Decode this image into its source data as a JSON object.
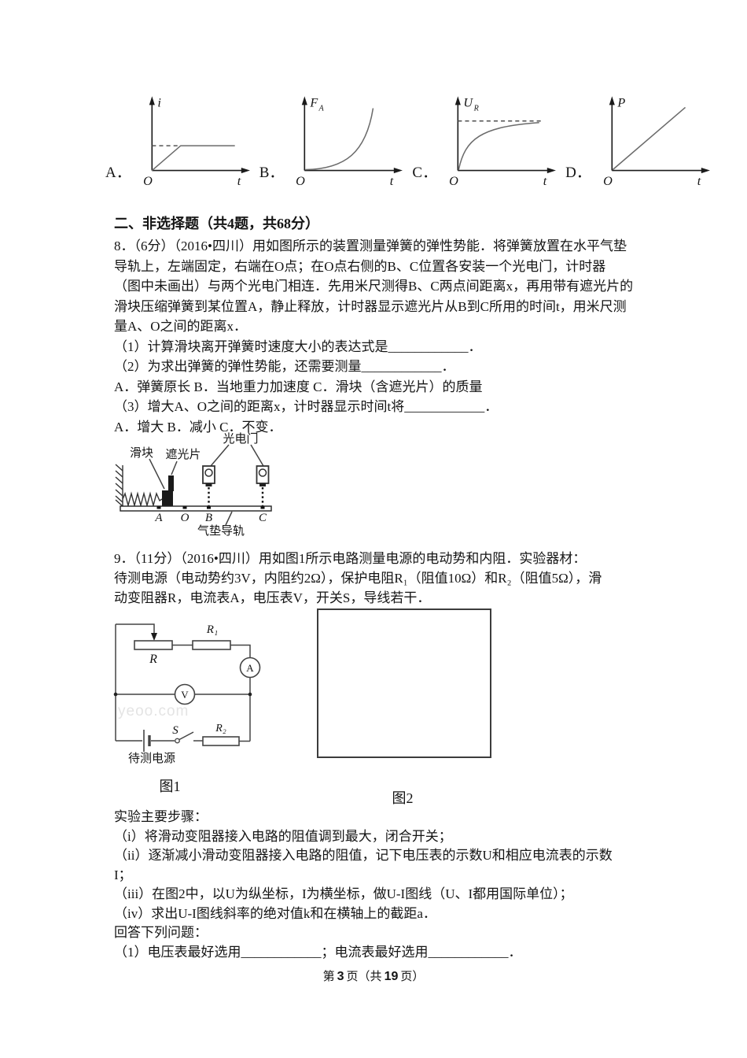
{
  "graphs_row": {
    "items": [
      {
        "option": "A．",
        "y_main": "i",
        "y_sub": "",
        "origin": "O",
        "x_label": "t"
      },
      {
        "option": "B．",
        "y_main": "F",
        "y_sub": "A",
        "origin": "O",
        "x_label": "t"
      },
      {
        "option": "C．",
        "y_main": "U",
        "y_sub": "R",
        "origin": "O",
        "x_label": "t"
      },
      {
        "option": "D．",
        "y_main": "P",
        "y_sub": "",
        "origin": "O",
        "x_label": "t"
      }
    ]
  },
  "section_header": "二、非选择题（共4题，共68分）",
  "q8": {
    "lines": [
      "8．（6分）（2016•四川）用如图所示的装置测量弹簧的弹性势能．将弹簧放置在水平气垫",
      "导轨上，左端固定，右端在O点；在O点右侧的B、C位置各安装一个光电门，计时器",
      "（图中未画出）与两个光电门相连．先用米尺测得B、C两点间距离x，再用带有遮光片的",
      "滑块压缩弹簧到某位置A，静止释放，计时器显示遮光片从B到C所用的时间t，用米尺测",
      "量A、O之间的距离x．",
      "（1）计算滑块离开弹簧时速度大小的表达式是____________．",
      "（2）为求出弹簧的弹性势能，还需要测量____________．",
      "A．弹簧原长  B．当地重力加速度  C．滑块（含遮光片）的质量",
      "（3）增大A、O之间的距离x，计时器显示时间t将____________．",
      "A．增大  B．减小  C．不变．"
    ]
  },
  "apparatus": {
    "photogate": "光电门",
    "slider": "滑块",
    "shutter": "遮光片",
    "track": "气垫导轨",
    "pos_a": "A",
    "pos_o": "O",
    "pos_b": "B",
    "pos_c": "C"
  },
  "q9": {
    "lines": [
      "9．（11分）（2016•四川）用如图1所示电路测量电源的电动势和内阻．实验器材：",
      "待测电源（电动势约3V，内阻约2Ω），保护电阻R₁（阻值10Ω）和R₂（阻值5Ω），滑",
      "动变阻器R，电流表A，电压表V，开关S，导线若干．"
    ]
  },
  "circuit": {
    "rheostat": "R",
    "r1": "R₁",
    "ammeter": "A",
    "voltmeter": "V",
    "switch": "S",
    "r2": "R₂",
    "battery": "待测电源",
    "caption": "图1"
  },
  "fig2": {
    "caption": "图2"
  },
  "steps": {
    "lines": [
      "实验主要步骤：",
      "（i）将滑动变阻器接入电路的阻值调到最大，闭合开关；",
      "（ii）逐渐减小滑动变阻器接入电路的阻值，记下电压表的示数U和相应电流表的示数",
      "I；",
      "（iii）在图2中，以U为纵坐标，I为横坐标，做U-I图线（U、I都用国际单位）；",
      "（iv）求出U-I图线斜率的绝对值k和在横轴上的截距a．",
      "回答下列问题：",
      "（1）电压表最好选用____________；电流表最好选用____________．"
    ]
  },
  "watermark": "yeoo.com",
  "footer": {
    "p1": "第",
    "page": "3",
    "p2": "页（共",
    "total": "19",
    "p3": "页）"
  }
}
